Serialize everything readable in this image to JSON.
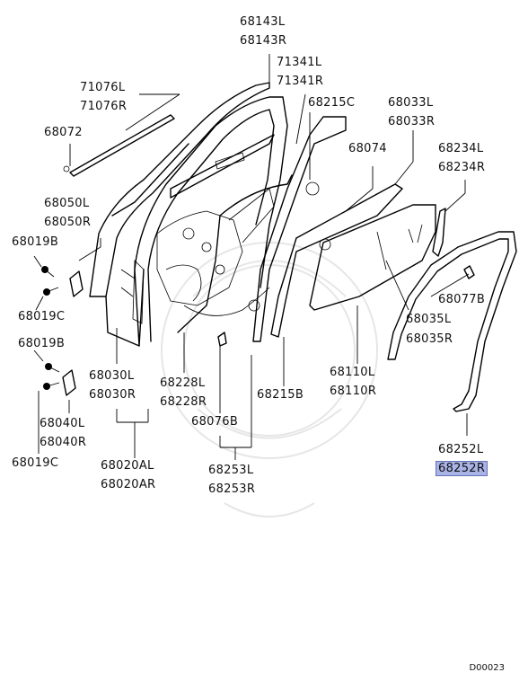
{
  "labels": [
    {
      "id": "p68143L",
      "text": "68143L"
    },
    {
      "id": "p68143R",
      "text": "68143R"
    },
    {
      "id": "p71341L",
      "text": "71341L"
    },
    {
      "id": "p71341R",
      "text": "71341R"
    },
    {
      "id": "p71076L",
      "text": "71076L"
    },
    {
      "id": "p71076R",
      "text": "71076R"
    },
    {
      "id": "p68215C",
      "text": "68215C"
    },
    {
      "id": "p68033L",
      "text": "68033L"
    },
    {
      "id": "p68033R",
      "text": "68033R"
    },
    {
      "id": "p68072",
      "text": "68072"
    },
    {
      "id": "p68074",
      "text": "68074"
    },
    {
      "id": "p68234L",
      "text": "68234L"
    },
    {
      "id": "p68234R",
      "text": "68234R"
    },
    {
      "id": "p68050L",
      "text": "68050L"
    },
    {
      "id": "p68050R",
      "text": "68050R"
    },
    {
      "id": "p68019B_1",
      "text": "68019B"
    },
    {
      "id": "p68077B",
      "text": "68077B"
    },
    {
      "id": "p68035L",
      "text": "68035L"
    },
    {
      "id": "p68035R",
      "text": "68035R"
    },
    {
      "id": "p68019C_1",
      "text": "68019C"
    },
    {
      "id": "p68019B_2",
      "text": "68019B"
    },
    {
      "id": "p68110L",
      "text": "68110L"
    },
    {
      "id": "p68110R",
      "text": "68110R"
    },
    {
      "id": "p68030L",
      "text": "68030L"
    },
    {
      "id": "p68030R",
      "text": "68030R"
    },
    {
      "id": "p68228L",
      "text": "68228L"
    },
    {
      "id": "p68228R",
      "text": "68228R"
    },
    {
      "id": "p68215B",
      "text": "68215B"
    },
    {
      "id": "p68040L",
      "text": "68040L"
    },
    {
      "id": "p68040R",
      "text": "68040R"
    },
    {
      "id": "p68076B",
      "text": "68076B"
    },
    {
      "id": "p68252L",
      "text": "68252L"
    },
    {
      "id": "p68252R",
      "text": "68252R",
      "highlighted": true
    },
    {
      "id": "p68019C_2",
      "text": "68019C"
    },
    {
      "id": "p68020AL",
      "text": "68020AL"
    },
    {
      "id": "p68020AR",
      "text": "68020AR"
    },
    {
      "id": "p68253L",
      "text": "68253L"
    },
    {
      "id": "p68253R",
      "text": "68253R"
    }
  ],
  "diagram_code": "D00023",
  "colors": {
    "highlight": "#a9b3e6",
    "line": "#000000",
    "watermark": "#e6e6e6"
  }
}
